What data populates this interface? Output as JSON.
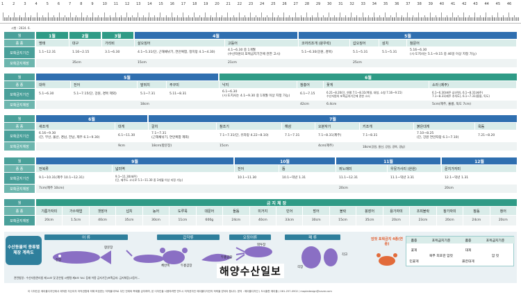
{
  "ruler_numbers": [
    "1",
    "2",
    "3",
    "4",
    "5",
    "6",
    "7",
    "8",
    "9",
    "10",
    "11",
    "12",
    "13",
    "14",
    "15",
    "16",
    "17",
    "18",
    "19",
    "20",
    "21",
    "22",
    "23",
    "24",
    "25",
    "26",
    "27",
    "28",
    "29",
    "30",
    "31",
    "32",
    "33",
    "34",
    "35",
    "36",
    "37",
    "38",
    "39",
    "40",
    "41",
    "42",
    "43",
    "44",
    "45",
    "46"
  ],
  "subtitle": "시행 : 2024. 6.",
  "labels": {
    "month": "월",
    "species": "종 종",
    "period": "포획금지기간",
    "size": "포획금지체장"
  },
  "band1": {
    "months": [
      "1월",
      "2월",
      "3월",
      "4월",
      "5월"
    ],
    "species": [
      "명태",
      "대구",
      "가리비",
      "살오징어",
      "고등어",
      "코끼리조개 (왕우럭)",
      "갑오징어",
      "삼치",
      "참문어"
    ],
    "periods": [
      "1.1~12.31",
      "1.16~2.15",
      "3.1~6.30",
      "4.1~5.31(단, 근해채낚기, 연안복합, 정치망 4.1~4.30)",
      "4.1~6.30 중 1개월\n(수산자원의 포획금지기간에 관한 고시)",
      "5.1~6.30(강원, 경북)",
      "5.1~5.31",
      "5.1~5.31",
      "5.16~6.30\n(시·도지사는 5.1~9.15 중 46일 이상 지정 가능)"
    ],
    "sizes": [
      "",
      "35cm",
      "",
      "15cm",
      "21cm",
      "",
      "25cm",
      "",
      ""
    ]
  },
  "band2": {
    "months": [
      "5월",
      "6월"
    ],
    "species": [
      "대하",
      "전어",
      "말쥐치",
      "주꾸미",
      "낙지",
      "참홍어",
      "꽃게",
      "소라 (제주)"
    ],
    "periods": [
      "5.1~6.30",
      "5.1~7.15(단, 강원, 경북 제외)",
      "5.1~7.31",
      "5.11~8.31",
      "6.1~6.30\n(시·도지사는 4.1~9.30 중 1개월 이상 지정 가능)",
      "6.1~7.15",
      "6.21~8.20(단, 연평 7.1~8.31(백령, 대청, 소청 7.16~9.15)\n수산자원의 포획금지기간에 관한 고시",
      "6.1~6.30(제주 삼산면), 6.1~8.31(제주)\n7.1~8.31(제주 추자도), 6.1~7.31(울릉, 독도)"
    ],
    "sizes": [
      "",
      "",
      "18cm",
      "",
      "",
      "42cm",
      "6.4cm",
      "5cm(제주, 울릉, 독도 7cm)"
    ]
  },
  "band3": {
    "months": [
      "6월",
      "7월"
    ],
    "species": [
      "새조개",
      "대게",
      "갈치",
      "참조기",
      "해삼",
      "오분자기",
      "키조개",
      "붉은대게",
      "옥돔"
    ],
    "periods": [
      "6.16~9.30\n(단, 부산, 울산, 경남, 전남, 제주 6.1~9.30)",
      "6.1~11.30",
      "7.1~7.31\n(근해채낚기, 연안복합 제외)",
      "7.1~7.31(단, 유자망 4.22~8.10)",
      "7.1~7.31",
      "7.1~8.31(제주)",
      "7.1~8.31",
      "7.10~8.25\n(단, 강원 연안자망 6.1~7.10)",
      "7.21~8.20"
    ],
    "sizes": [
      "",
      "9cm",
      "18cm(항문장)",
      "15cm",
      "",
      "4cm(제주)",
      "18cm(강원, 울산, 강원, 경북, 경남)",
      "",
      ""
    ]
  },
  "band4": {
    "months": [
      "9월",
      "10월",
      "11월",
      "12월"
    ],
    "species": [
      "전복류",
      "넓미역",
      "전어",
      "뜸",
      "쥐노래미",
      "우뭇가사리 (완원)",
      "문치가자미"
    ],
    "periods": [
      "9.1~10.31(제주 10.1~12.31)",
      "9.1~11.30(제주)\n(단, 제주도 고시로 5.1~11.30 중 3개월 이상 지정 가능)",
      "10.1~11.30",
      "10.1~익년 1.31",
      "11.1~12.31",
      "11.1~익년 3.31",
      "12.1~익년 1.31"
    ],
    "sizes": [
      "7cm(제주 10cm)",
      "",
      "",
      "",
      "20cm",
      "",
      "20cm"
    ]
  },
  "band5": {
    "title": "금 지 체 장",
    "species": [
      "기름가자미",
      "가수재엽",
      "갯장어",
      "넙치",
      "농어",
      "도루묵",
      "대문어",
      "돌돔",
      "미거지",
      "민어",
      "방어",
      "볼락",
      "붕장어",
      "용가자미",
      "조피볼락",
      "참가자미",
      "참돔",
      "청어"
    ],
    "sizes": [
      "20cm",
      "1.5cm",
      "40cm",
      "35cm",
      "30cm",
      "11cm",
      "600g",
      "24cm",
      "40cm",
      "33cm",
      "30cm",
      "15cm",
      "35cm",
      "20cm",
      "23cm",
      "20cm",
      "24cm",
      "20cm"
    ]
  },
  "legend": {
    "box_title": "수산동물의 종류별 체장 계측도",
    "categories": [
      "어 류",
      "갑각류",
      "오징어류",
      "패 류"
    ],
    "labels": [
      "전장",
      "항문장",
      "체반폭",
      "두흉갑장",
      "두흉갑장",
      "외투장",
      "각장",
      "각고"
    ],
    "crab_title": "암컷 포획금지 4종(연중)",
    "crab_table_headers": [
      "품종",
      "포획금지기준",
      "품종",
      "포획금지기준"
    ],
    "crab_table_rows": [
      [
        "꽃게",
        "",
        "대게",
        ""
      ],
      [
        "민꽃게",
        "복부 외포란 암컷",
        "붉은대게",
        "암 컷"
      ]
    ]
  },
  "brand": "해양수산일보",
  "notes": "관련법령 : 수산자원관리법 제14조 및 같은법 시행령 제6조   TAC 등재 어종 금지기간(포획금지: 금지체장(고등어...",
  "footer": "이 디자인은 메이플디자인에서 제작한 자산이자 저작권법에 의해 보호받는 저작물이므로 무단 전재와 복제를 금지하며, 본 디자인을 사용하려면 반드시 저작권자인 메이플디자인의 허락을 받아야 합니다.  문의 : 메이플디자인 ( 도서출판 메이플 ) 061-257-0902 / mapledesign@naver.com",
  "colors": {
    "teal": "#4aa09a",
    "blue": "#2f6fb0",
    "light": "#d9ece9"
  }
}
